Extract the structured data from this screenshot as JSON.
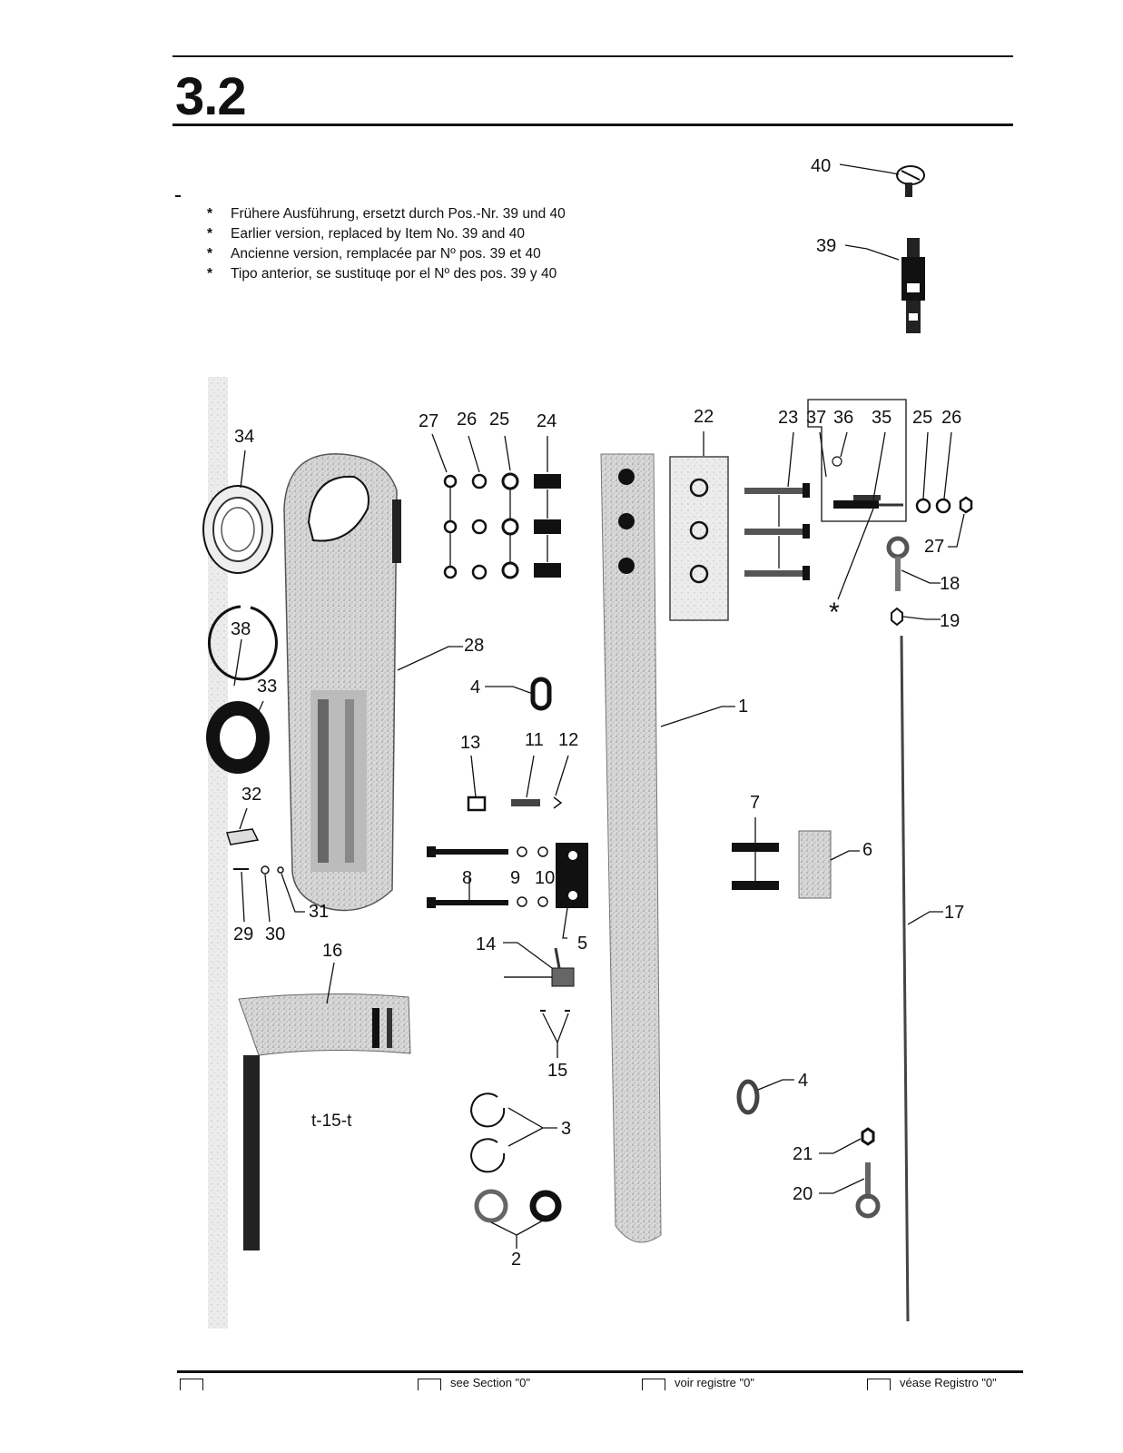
{
  "section": "3.2",
  "notes": [
    {
      "mark": "*",
      "text": "Frühere Ausführung, ersetzt durch Pos.-Nr. 39 und 40"
    },
    {
      "mark": "*",
      "text": "Earlier version, replaced by Item No. 39 and 40"
    },
    {
      "mark": "*",
      "text": "Ancienne version, remplacée par Nº pos. 39 et 40"
    },
    {
      "mark": "*",
      "text": "Tipo anterior, se sustituqe por el Nº des pos. 39 y 40"
    }
  ],
  "diagram": {
    "star_marker": "*",
    "callouts": [
      "40",
      "39",
      "27",
      "26",
      "25",
      "24",
      "22",
      "23",
      "37",
      "36",
      "35",
      "25",
      "26",
      "27",
      "18",
      "19",
      "34",
      "38",
      "33",
      "32",
      "28",
      "4",
      "1",
      "13",
      "11",
      "12",
      "7",
      "6",
      "8",
      "9",
      "10",
      "5",
      "29",
      "30",
      "31",
      "17",
      "16",
      "14",
      "15",
      "3",
      "2",
      "4",
      "21",
      "20"
    ],
    "inline_label": "t-15-t"
  },
  "footer": [
    {
      "text": ""
    },
    {
      "text": "see Section \"0\""
    },
    {
      "text": "voir registre \"0\""
    },
    {
      "text": "véase Registro \"0\""
    }
  ]
}
